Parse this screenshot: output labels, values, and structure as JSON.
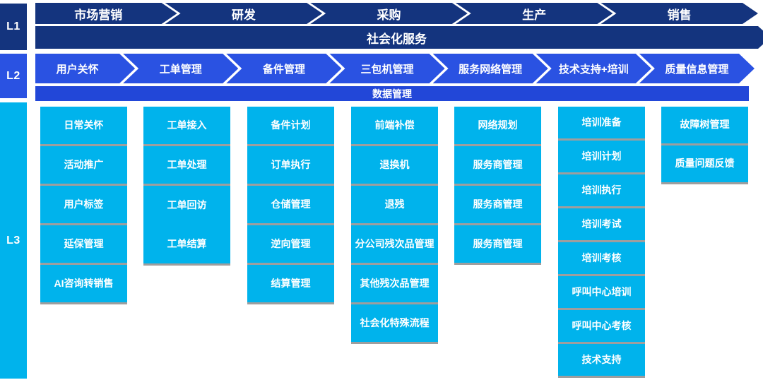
{
  "palette": {
    "l1_navy": "#14347E",
    "l2_royal": "#2A52E2",
    "data_bar_blue": "#2247D8",
    "l3_cyan": "#00B3EC",
    "text": "#FFFFFF",
    "background": "#FFFFFF"
  },
  "sidebar": {
    "l1": "L1",
    "l2": "L2",
    "l3": "L3"
  },
  "l1": {
    "chevrons": [
      "市场营销",
      "研发",
      "采购",
      "生产",
      "销售"
    ],
    "bar": "社会化服务"
  },
  "l2": {
    "chevrons": [
      "用户关怀",
      "工单管理",
      "备件管理",
      "三包机管理",
      "服务网络管理",
      "技术支持+培训",
      "质量信息管理"
    ],
    "bar": "数据管理"
  },
  "l3": {
    "columns": [
      {
        "items": [
          "日常关怀",
          "活动推广",
          "用户标签",
          "延保管理",
          "AI咨询转销售"
        ]
      },
      {
        "items": [
          "工单接入",
          "工单处理",
          "工单回访",
          "工单结算"
        ]
      },
      {
        "items": [
          "备件计划",
          "订单执行",
          "仓储管理",
          "逆向管理",
          "结算管理"
        ]
      },
      {
        "items": [
          "前端补偿",
          "退换机",
          "退残",
          "分公司残次品管理",
          "其他残次品管理",
          "社会化特殊流程"
        ]
      },
      {
        "items": [
          "网络规划",
          "服务商管理",
          "服务商管理",
          "服务商管理"
        ]
      },
      {
        "items": [
          "培训准备",
          "培训计划",
          "培训执行",
          "培训考试",
          "培训考核",
          "呼叫中心培训",
          "呼叫中心考核",
          "技术支持"
        ]
      },
      {
        "items": [
          "故障树管理",
          "质量问题反馈"
        ]
      }
    ]
  }
}
